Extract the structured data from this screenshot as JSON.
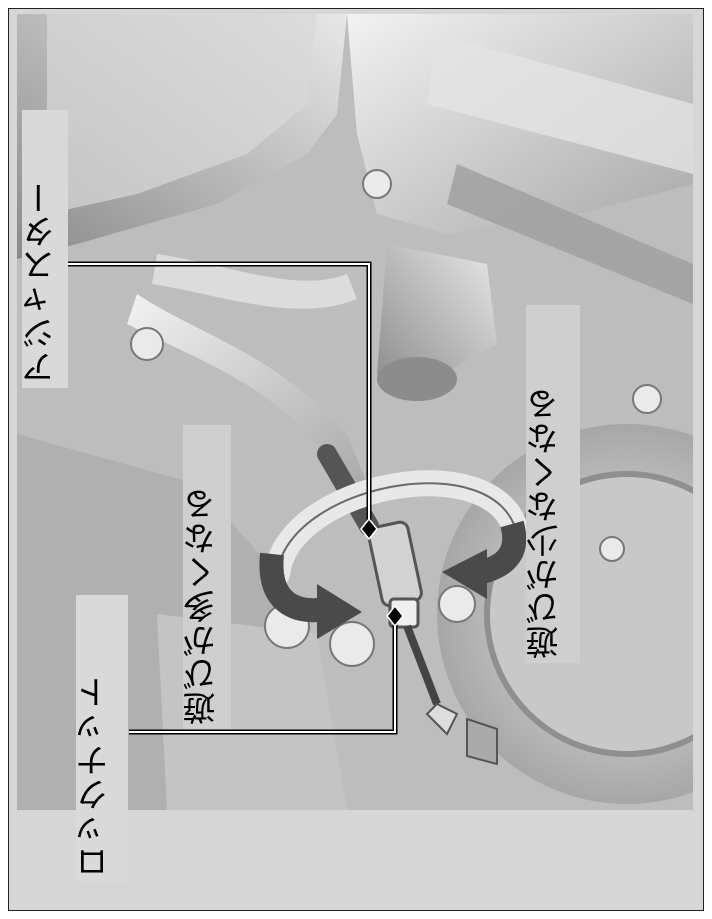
{
  "labels": {
    "adjuster": "アジャスター",
    "lock_nut": "ロックナット",
    "more_play": "遊びが多くなる",
    "less_play": "遊びが少なくなる"
  },
  "colors": {
    "background": "#d6d6d6",
    "arrow_dark": "#4a4a4a",
    "arrow_light": "#cfcfcf",
    "leader_line": "#000000"
  }
}
